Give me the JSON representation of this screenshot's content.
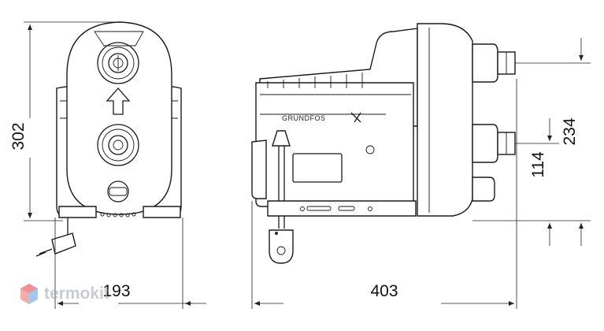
{
  "dimensions": {
    "front_height": "302",
    "front_width": "193",
    "side_width": "403",
    "outlet_height": "234",
    "inlet_height": "114"
  },
  "brand_label": "GRUNDFOS",
  "watermark": "termokit",
  "colors": {
    "line": "#1a1a1a",
    "watermark_red": "#e0474c",
    "watermark_blue": "#4a90d9",
    "watermark_text": "#9aa3ab"
  }
}
